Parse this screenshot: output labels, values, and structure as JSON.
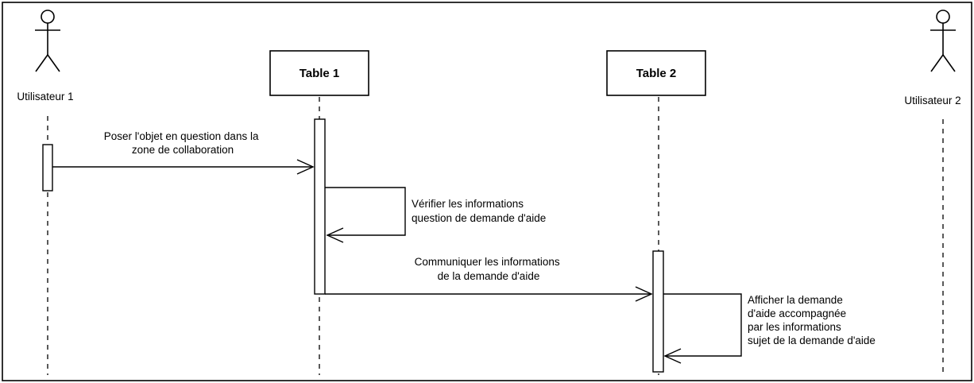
{
  "actors": [
    {
      "name": "Utilisateur 1"
    },
    {
      "name": "Utilisateur 2"
    }
  ],
  "objects": [
    {
      "name": "Table 1"
    },
    {
      "name": "Table 2"
    }
  ],
  "messages": [
    {
      "lines": [
        "Poser l'objet en question dans la",
        "zone de collaboration"
      ]
    },
    {
      "lines": [
        "Vérifier les informations",
        "question de demande d'aide"
      ]
    },
    {
      "lines": [
        "Communiquer les informations",
        "de la demande d'aide"
      ]
    },
    {
      "lines": [
        "Afficher la demande",
        "d'aide accompagnée",
        "par les informations",
        "sujet de la demande d'aide"
      ]
    }
  ]
}
